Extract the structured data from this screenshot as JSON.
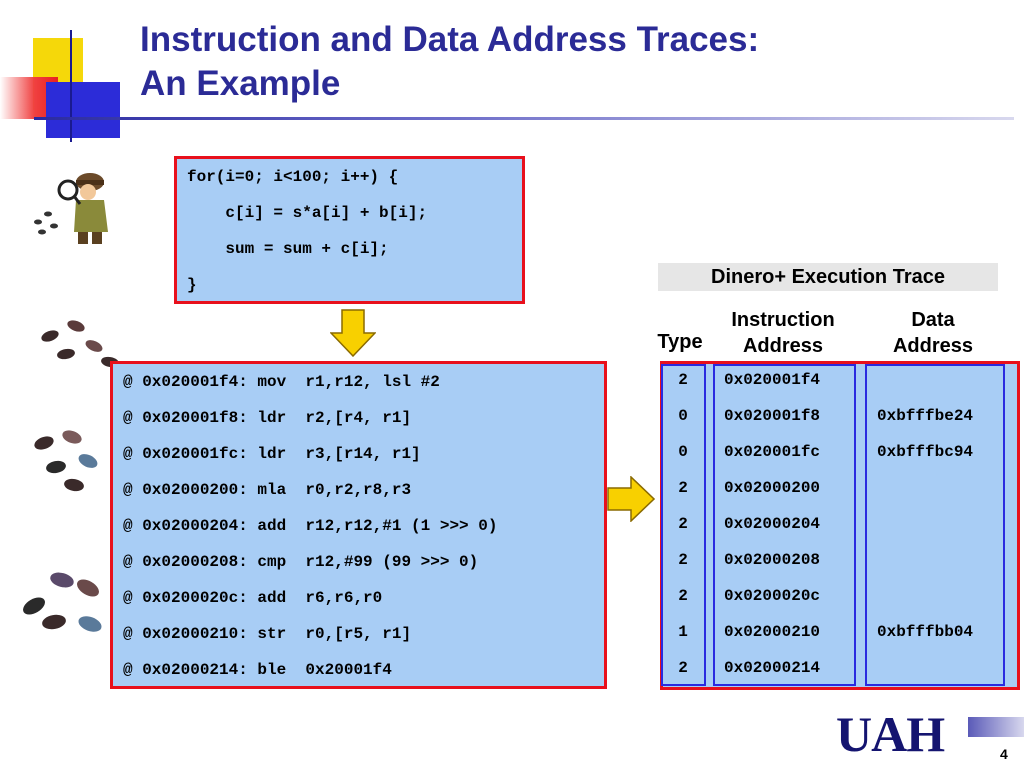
{
  "slide": {
    "title_line1": "Instruction and Data Address Traces:",
    "title_line2": "An Example",
    "page_number": "4",
    "logo_text": "UAH"
  },
  "source_code": {
    "lines": [
      "for(i=0; i<100; i++) {",
      "    c[i] = s*a[i] + b[i];",
      "    sum = sum + c[i];",
      "}"
    ]
  },
  "assembly": {
    "lines": [
      "@ 0x020001f4: mov  r1,r12, lsl #2",
      "@ 0x020001f8: ldr  r2,[r4, r1]",
      "@ 0x020001fc: ldr  r3,[r14, r1]",
      "@ 0x02000200: mla  r0,r2,r8,r3",
      "@ 0x02000204: add  r12,r12,#1 (1 >>> 0)",
      "@ 0x02000208: cmp  r12,#99 (99 >>> 0)",
      "@ 0x0200020c: add  r6,r6,r0",
      "@ 0x02000210: str  r0,[r5, r1]",
      "@ 0x02000214: ble  0x20001f4"
    ]
  },
  "trace": {
    "header": "Dinero+ Execution Trace",
    "col_type": "Type",
    "col_instruction_l1": "Instruction",
    "col_instruction_l2": "Address",
    "col_data_l1": "Data",
    "col_data_l2": "Address",
    "rows": [
      {
        "type": "2",
        "inst": "0x020001f4",
        "data": ""
      },
      {
        "type": "0",
        "inst": "0x020001f8",
        "data": "0xbfffbe24"
      },
      {
        "type": "0",
        "inst": "0x020001fc",
        "data": "0xbfffbc94"
      },
      {
        "type": "2",
        "inst": "0x02000200",
        "data": ""
      },
      {
        "type": "2",
        "inst": "0x02000204",
        "data": ""
      },
      {
        "type": "2",
        "inst": "0x02000208",
        "data": ""
      },
      {
        "type": "2",
        "inst": "0x0200020c",
        "data": ""
      },
      {
        "type": "1",
        "inst": "0x02000210",
        "data": "0xbfffbb04"
      },
      {
        "type": "2",
        "inst": "0x02000214",
        "data": ""
      }
    ]
  },
  "icons": {
    "detective": "detective-icon",
    "footprints": "footprints-icon",
    "arrow_down": "arrow-down-icon",
    "arrow_right": "arrow-right-icon"
  },
  "colors": {
    "title": "#2b2b96",
    "box_fill": "#a8cdf5",
    "box_border": "#e8101c",
    "column_border": "#2a2ae0",
    "arrow_fill": "#f8d000"
  }
}
